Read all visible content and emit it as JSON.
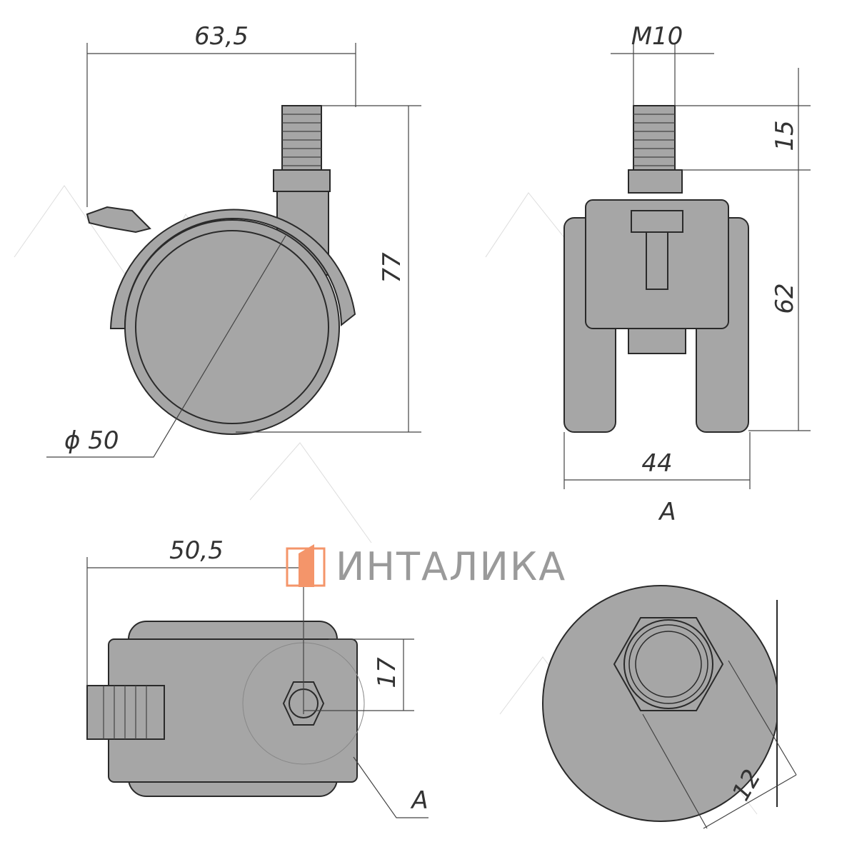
{
  "drawing": {
    "side_view": {
      "width_dim": "63,5",
      "height_dim": "77",
      "diameter_dim": "ϕ 50"
    },
    "front_view": {
      "thread_dim": "M10",
      "stem_dim": "15",
      "body_height_dim": "62",
      "width_dim": "44",
      "view_label": "A"
    },
    "top_view": {
      "offset_dim": "50,5",
      "stem_offset_dim": "17",
      "section_label": "A"
    },
    "detail_view": {
      "nut_dim": "12"
    }
  },
  "logo": {
    "text": "ИНТАЛИКА",
    "accent_color": "#f4956a",
    "text_color": "#9a9a9a"
  }
}
